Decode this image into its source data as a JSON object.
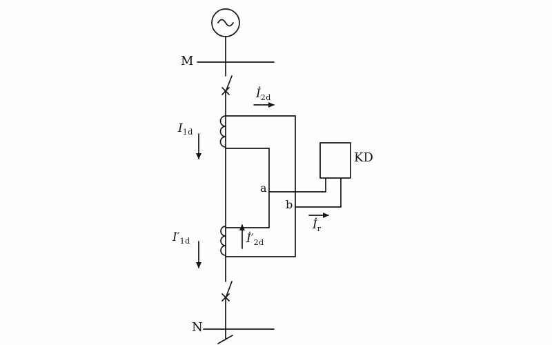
{
  "diagram": {
    "source_symbol": "~",
    "labels": {
      "bus_top": "M",
      "bus_bottom": "N",
      "relay": "KD",
      "node_a": "a",
      "node_b": "b",
      "current_primary_top": {
        "main": "I",
        "sub": "1d"
      },
      "current_secondary_top": {
        "main": "İ",
        "sub": "2d"
      },
      "current_primary_bottom": {
        "main": "I′",
        "sub": "1d"
      },
      "current_secondary_bottom": {
        "main": "İ′",
        "sub": "2d"
      },
      "current_relay": {
        "main": "İ",
        "sub": "r"
      }
    },
    "colors": {
      "line": "#161616",
      "background": "#fdfdfd"
    }
  }
}
